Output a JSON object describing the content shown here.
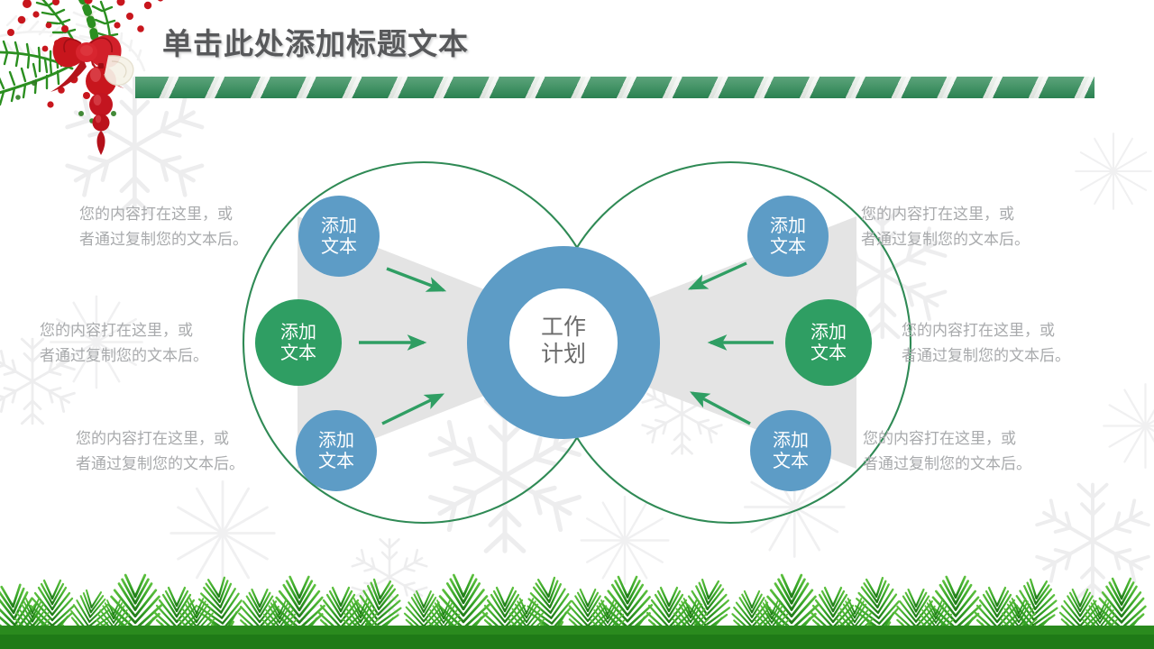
{
  "slide": {
    "title": "单击此处添加标题文本",
    "center": {
      "line1": "工作",
      "line2": "计划"
    },
    "node_text": {
      "line1": "添加",
      "line2": "文本"
    },
    "body_text": {
      "line1": "您的内容打在这里，或",
      "line2": "者通过复制您的文本后。"
    }
  },
  "nodes": [
    {
      "id": "left-top",
      "label_line1": "添加",
      "label_line2": "文本",
      "color": "#5d9cc6",
      "position": "left-top"
    },
    {
      "id": "left-middle",
      "label_line1": "添加",
      "label_line2": "文本",
      "color": "#2f9e63",
      "position": "left-middle"
    },
    {
      "id": "left-bottom",
      "label_line1": "添加",
      "label_line2": "文本",
      "color": "#5d9cc6",
      "position": "left-bottom"
    },
    {
      "id": "right-top",
      "label_line1": "添加",
      "label_line2": "文本",
      "color": "#5d9cc6",
      "position": "right-top"
    },
    {
      "id": "right-middle",
      "label_line1": "添加",
      "label_line2": "文本",
      "color": "#2f9e63",
      "position": "right-middle"
    },
    {
      "id": "right-bottom",
      "label_line1": "添加",
      "label_line2": "文本",
      "color": "#5d9cc6",
      "position": "right-bottom"
    }
  ],
  "texts": [
    {
      "id": "text-left-top",
      "line1": "您的内容打在这里，或",
      "line2": "者通过复制您的文本后。"
    },
    {
      "id": "text-left-middle",
      "line1": "您的内容打在这里，或",
      "line2": "者通过复制您的文本后。"
    },
    {
      "id": "text-left-bottom",
      "line1": "您的内容打在这里，或",
      "line2": "者通过复制您的文本后。"
    },
    {
      "id": "text-right-top",
      "line1": "您的内容打在这里，或",
      "line2": "者通过复制您的文本后。"
    },
    {
      "id": "text-right-middle",
      "line1": "您的内容打在这里，或",
      "line2": "者通过复制您的文本后。"
    },
    {
      "id": "text-right-bottom",
      "line1": "您的内容打在这里，或",
      "line2": "者通过复制您的文本后。"
    }
  ],
  "colors": {
    "blue": "#5d9cc6",
    "green": "#2f9e63",
    "stripe_green": "#2e8a56",
    "gray_shape": "#e4e4e4",
    "title_gray": "#58595b",
    "body_gray": "#a8aaac",
    "center_text_gray": "#6b6b6b",
    "red_ornament": "#c8161d",
    "pine_green": "#3e9c2c"
  }
}
